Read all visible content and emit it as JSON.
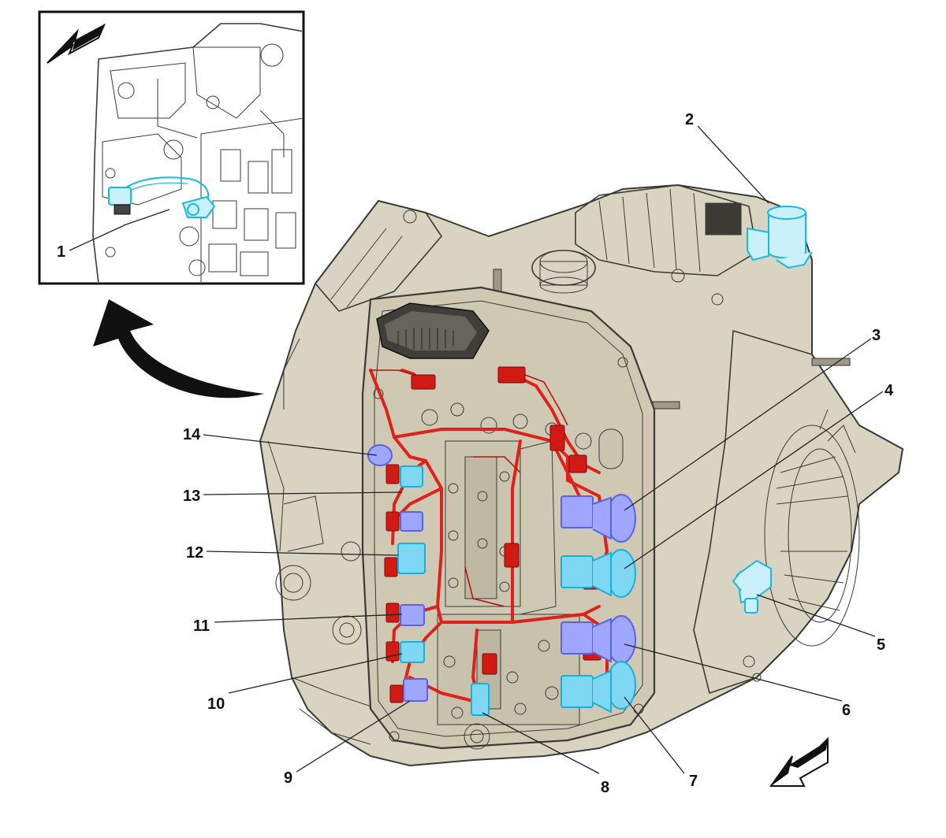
{
  "callouts": [
    {
      "id": "c1",
      "label": "1"
    },
    {
      "id": "c2",
      "label": "2"
    },
    {
      "id": "c3",
      "label": "3"
    },
    {
      "id": "c4",
      "label": "4"
    },
    {
      "id": "c5",
      "label": "5"
    },
    {
      "id": "c6",
      "label": "6"
    },
    {
      "id": "c7",
      "label": "7"
    },
    {
      "id": "c8",
      "label": "8"
    },
    {
      "id": "c9",
      "label": "9"
    },
    {
      "id": "c10",
      "label": "10"
    },
    {
      "id": "c11",
      "label": "11"
    },
    {
      "id": "c12",
      "label": "12"
    },
    {
      "id": "c13",
      "label": "13"
    },
    {
      "id": "c14",
      "label": "14"
    }
  ],
  "colors": {
    "housing_fill": "#d9d4c1",
    "housing_shadow": "#c9c3ae",
    "housing_dark": "#b7b09a",
    "harness": "#e0211b",
    "sensor_cyan": "#18b7e6",
    "solenoid_blue": "#5a63e8",
    "arrow": "#111111"
  },
  "icons": {
    "direction_arrow_main": "front-direction-arrow",
    "direction_arrow_inset": "inset-front-direction-arrow",
    "curved_arrow": "detail-view-curved-arrow"
  }
}
